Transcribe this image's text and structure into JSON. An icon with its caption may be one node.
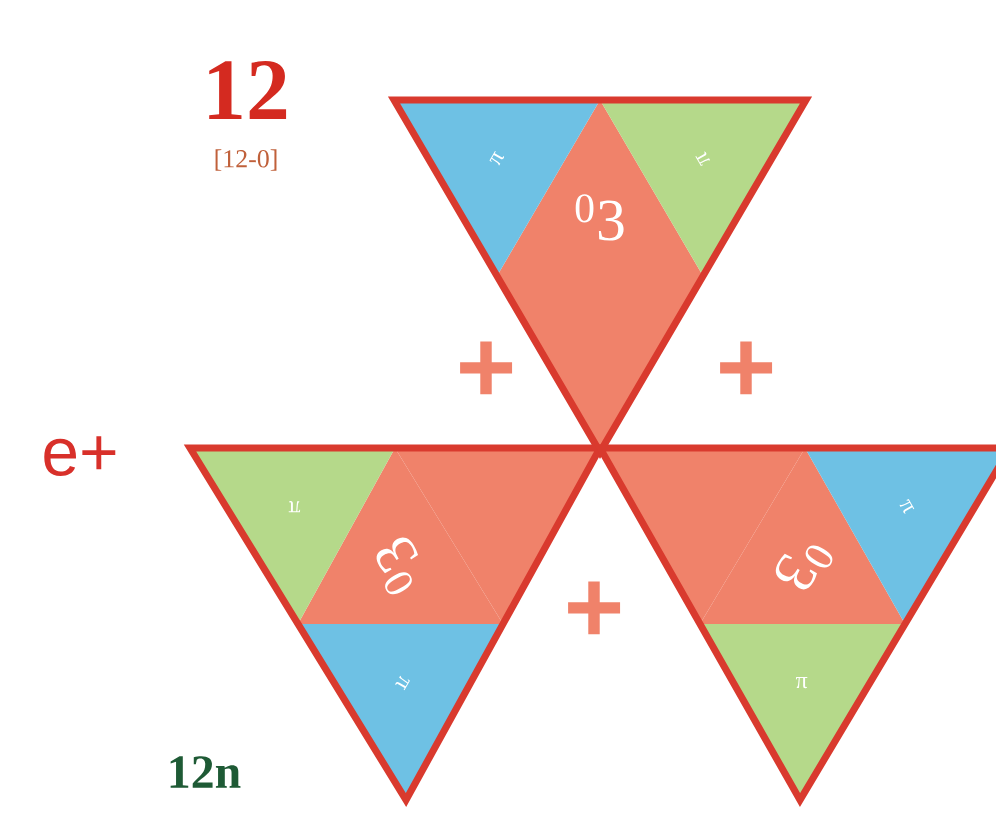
{
  "diagram": {
    "nodes": [
      {
        "text": [
          "$^{0}$3",
          "π",
          "π"
        ]
      },
      {
        "text": [
          "$^{0}$3",
          "π",
          "π"
        ]
      },
      {
        "text": [
          "$^{0}$3",
          "π",
          "π"
        ]
      }
    ],
    "labels": [
      "12",
      "[12-0]",
      "+",
      "+",
      "e+",
      "+",
      "12n"
    ]
  }
}
